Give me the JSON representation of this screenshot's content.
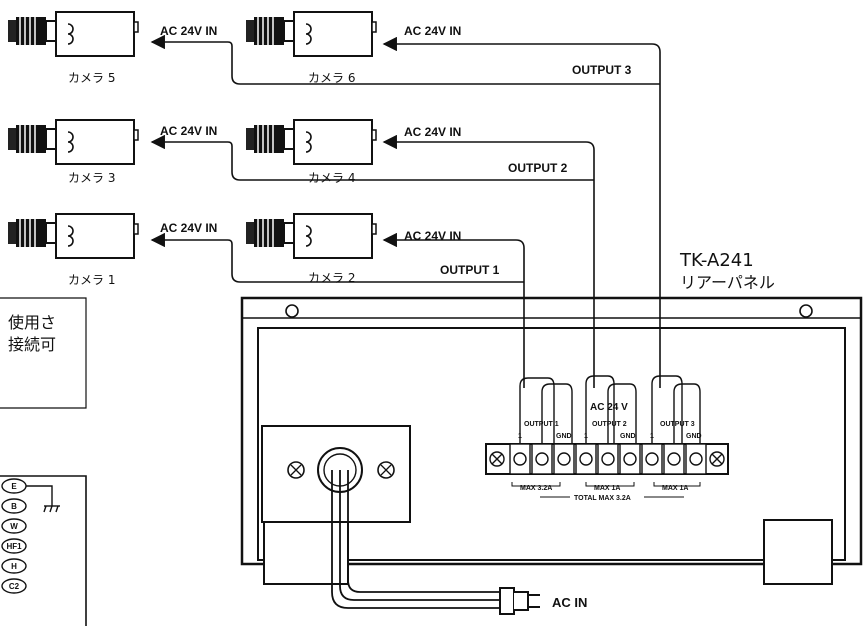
{
  "cameras": [
    {
      "label": "カメラ 5",
      "power_label": "AC 24V IN"
    },
    {
      "label": "カメラ 6",
      "power_label": "AC 24V IN"
    },
    {
      "label": "カメラ 3",
      "power_label": "AC 24V IN"
    },
    {
      "label": "カメラ 4",
      "power_label": "AC 24V IN"
    },
    {
      "label": "カメラ 1",
      "power_label": "AC 24V IN"
    },
    {
      "label": "カメラ 2",
      "power_label": "AC 24V IN"
    }
  ],
  "outputs": [
    "OUTPUT 1",
    "OUTPUT 2",
    "OUTPUT 3"
  ],
  "unit": {
    "model": "TK-A241",
    "subtitle": "リアーパネル"
  },
  "note": {
    "line1": "使用さ",
    "line2": "接続可"
  },
  "terminal_block": {
    "header": "AC 24 V",
    "group_labels": [
      "OUTPUT 1",
      "OUTPUT 2",
      "OUTPUT 3"
    ],
    "sub_labels": [
      "1",
      "GND",
      "1",
      "GND",
      "1",
      "GND"
    ],
    "ratings": [
      "MAX 3.2A",
      "MAX 1A",
      "MAX 1A"
    ],
    "total": "TOTAL MAX 3.2A"
  },
  "power_input": "AC IN",
  "left_connector_labels": [
    "E",
    "B",
    "W",
    "HF1",
    "H",
    "C2"
  ]
}
